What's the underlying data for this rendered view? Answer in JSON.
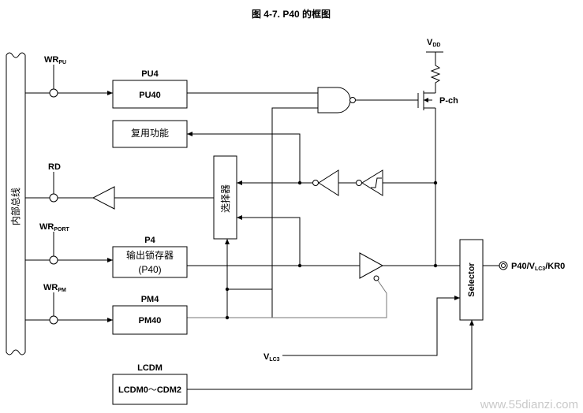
{
  "figure": {
    "title": "图 4-7. P40 的框图"
  },
  "bus": {
    "label": "内部总线"
  },
  "signals": {
    "wr_pu": {
      "main": "WR",
      "sub": "PU"
    },
    "rd": "RD",
    "wr_port": {
      "main": "WR",
      "sub": "PORT"
    },
    "wr_pm": {
      "main": "WR",
      "sub": "PM"
    },
    "vdd": {
      "main": "V",
      "sub": "DD"
    },
    "pch": "P-ch",
    "vlc3": {
      "main": "V",
      "sub": "LC3"
    }
  },
  "registers": {
    "pu4": {
      "group": "PU4",
      "name": "PU40"
    },
    "alt": {
      "name": "复用功能"
    },
    "p4": {
      "group": "P4",
      "line1": "输出锁存器",
      "line2": "(P40)"
    },
    "pm4": {
      "group": "PM4",
      "name": "PM40"
    },
    "lcdm": {
      "group": "LCDM",
      "name_a": "LCDM0",
      "sep": "～",
      "name_b": "CDM2"
    }
  },
  "blocks": {
    "mux": "选择器",
    "selector": "Selector"
  },
  "pin": {
    "label_a": "P40/V",
    "label_sub": "LC3",
    "label_b": "/KR0"
  },
  "watermark": "www.55dianzi.com"
}
